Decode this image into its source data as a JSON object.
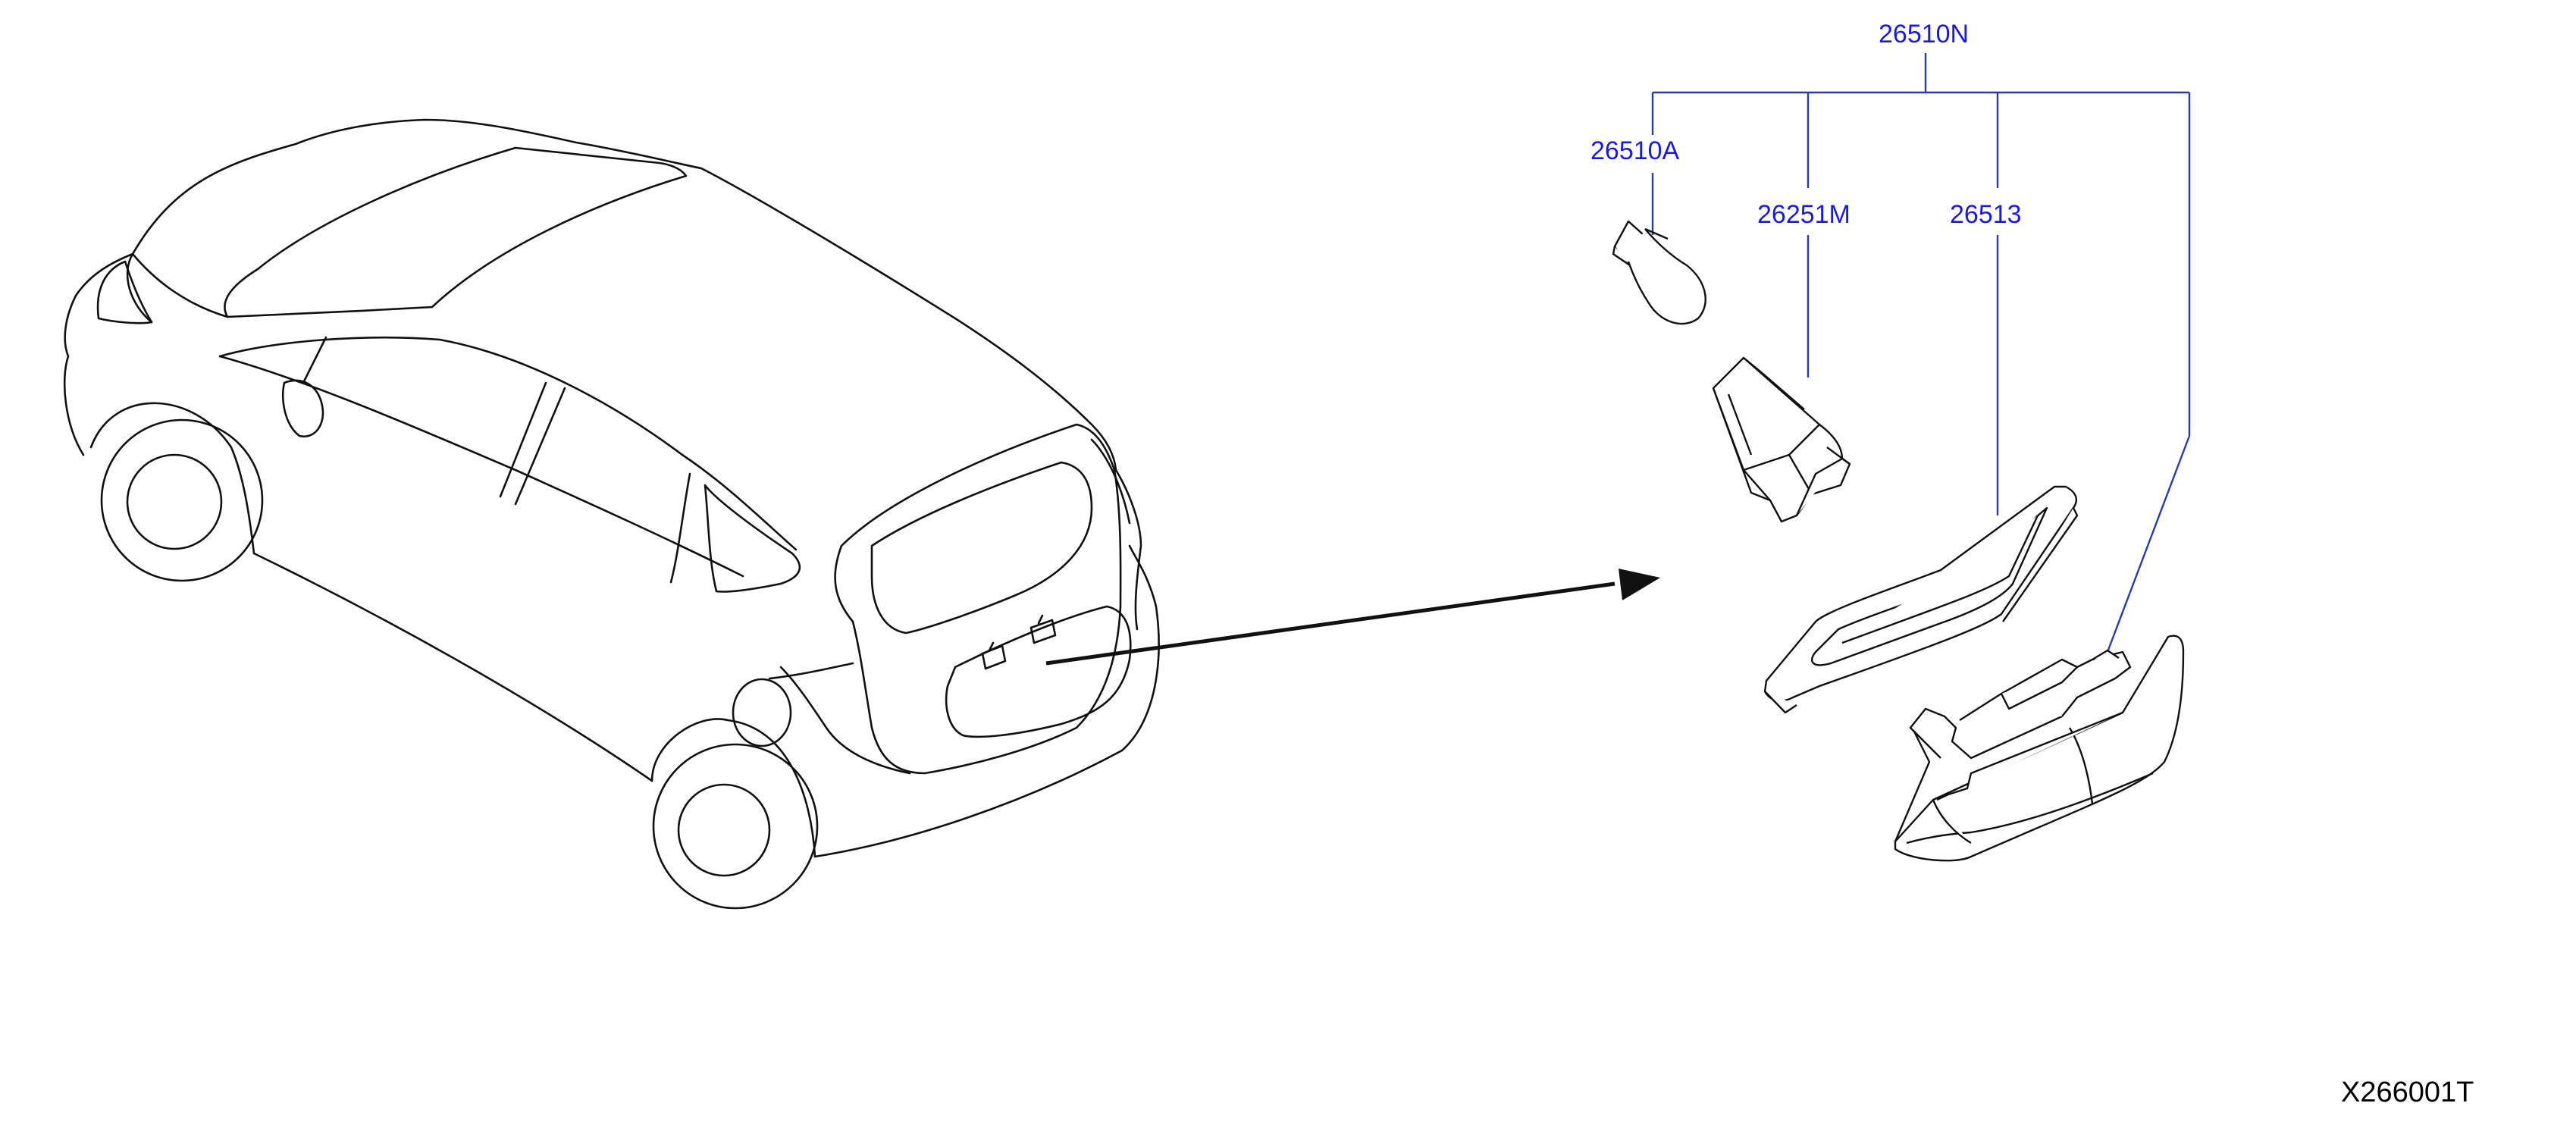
{
  "labels": {
    "assembly": "26510N",
    "bulb": "26510A",
    "socket": "26251M",
    "lens": "26513"
  },
  "figure_code": "X266001T",
  "colors": {
    "label_blue": "#1a1adc",
    "leader_line": "#2a3aa8",
    "drawing": "#111111"
  }
}
